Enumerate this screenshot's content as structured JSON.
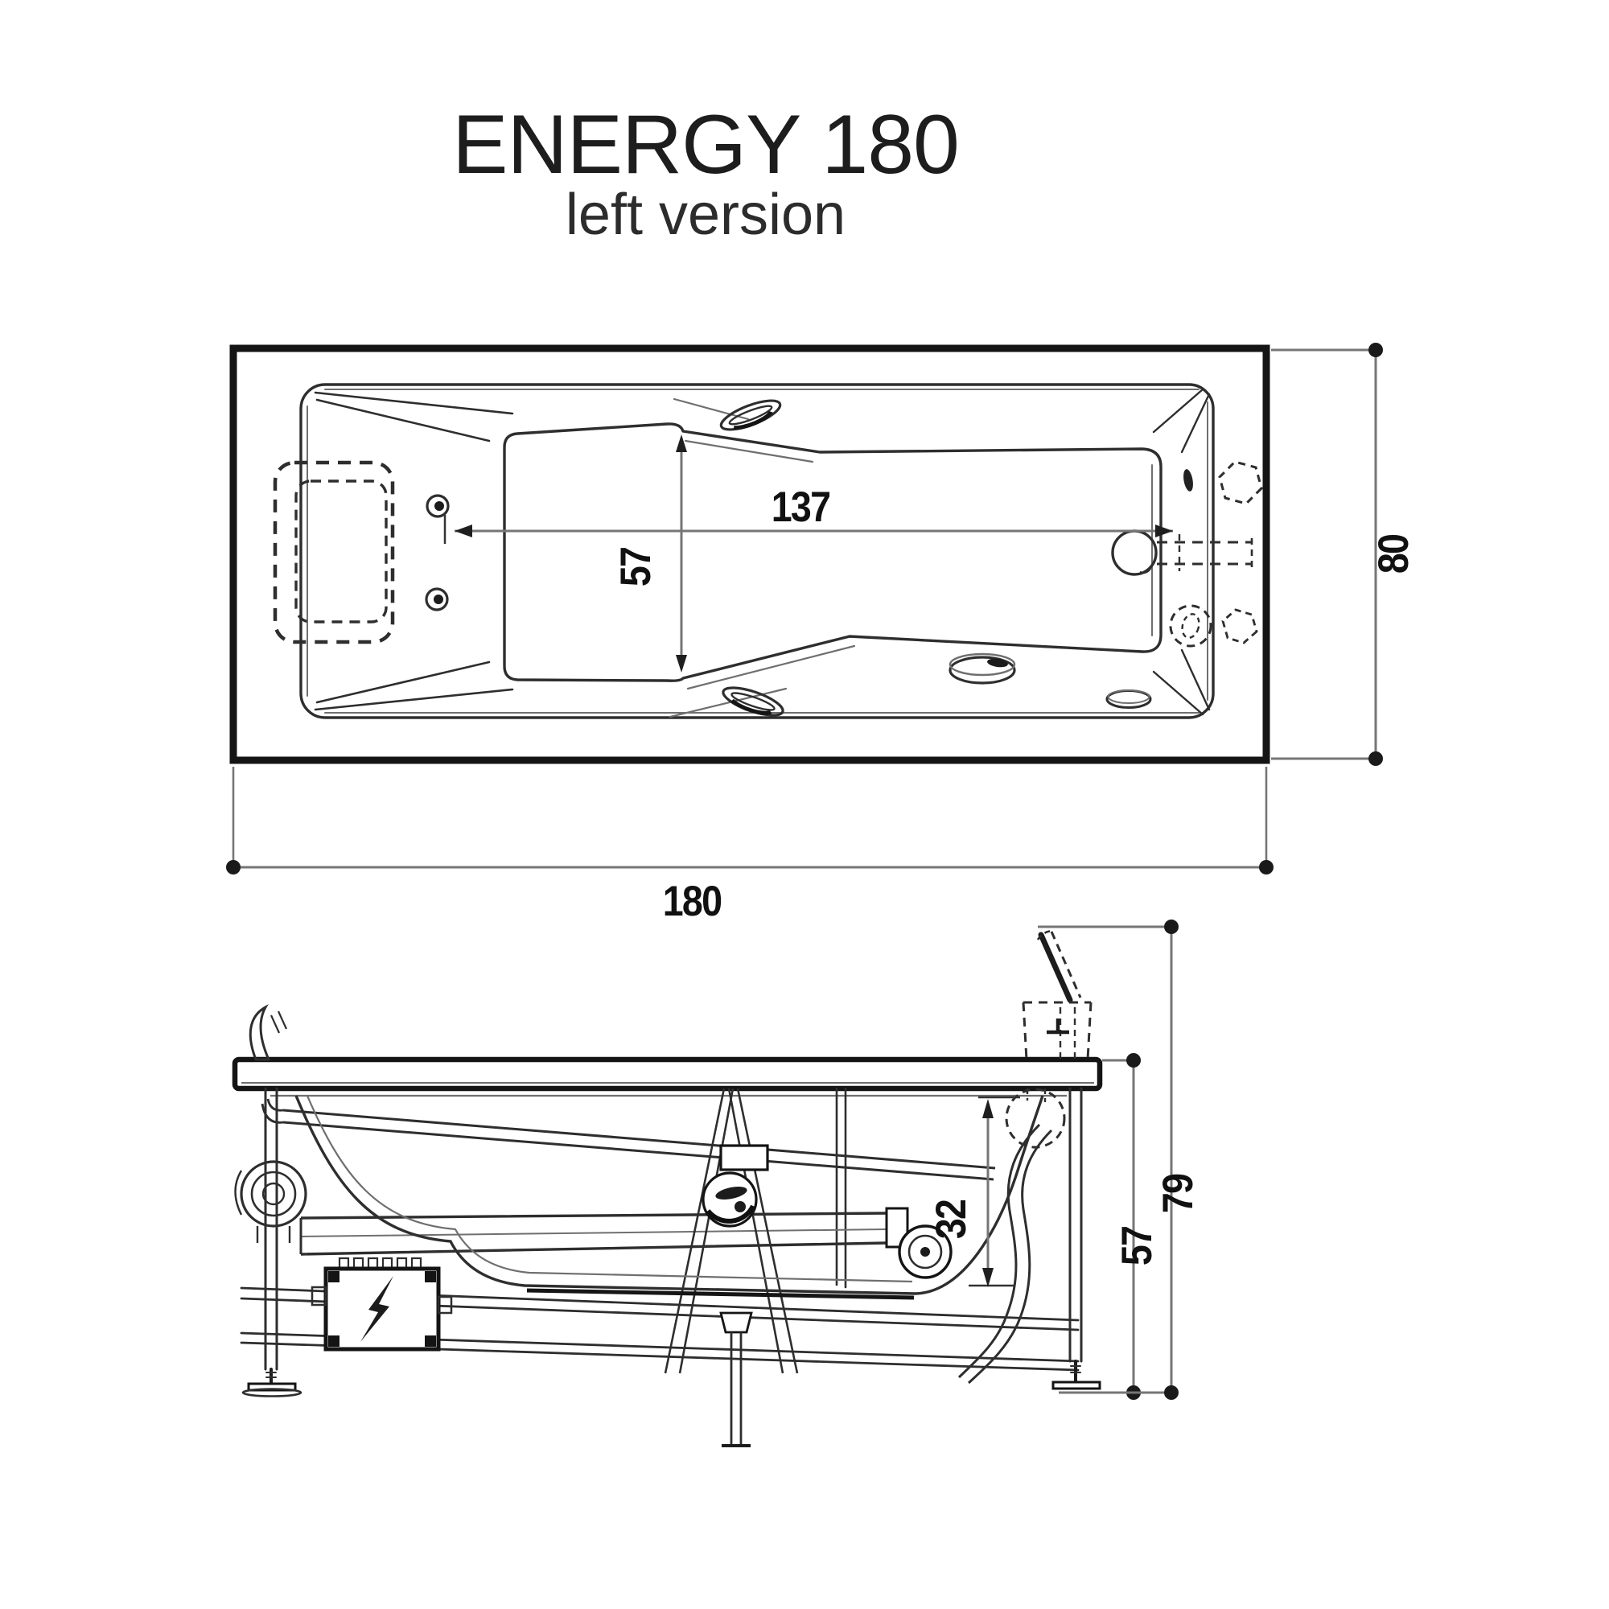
{
  "title": "ENERGY 180",
  "subtitle": "left version",
  "top_view": {
    "dim_length": "180",
    "dim_width": "80",
    "dim_jet_to_end": "137",
    "dim_seat_width": "57"
  },
  "side_view": {
    "dim_overall_height": "79",
    "dim_rim_height": "57",
    "dim_outlet_height": "32"
  },
  "icons": {
    "electrical_box": "lightning-bolt-icon"
  },
  "colors": {
    "ink": "#2e2e2e",
    "heavy_line": "#141414",
    "dimension_line": "#767676",
    "text": "#111111",
    "background": "#ffffff"
  }
}
